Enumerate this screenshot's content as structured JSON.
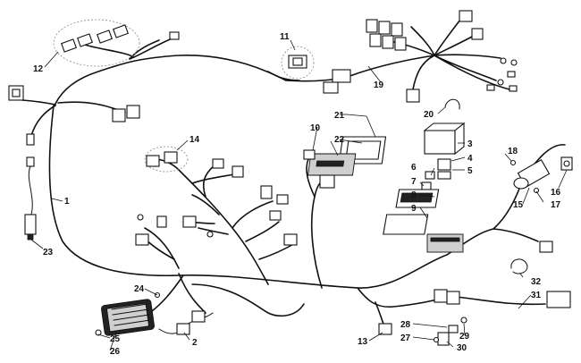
{
  "diagram": {
    "callouts": [
      {
        "id": "c1",
        "text": "1"
      },
      {
        "id": "c2",
        "text": "2"
      },
      {
        "id": "c3",
        "text": "3"
      },
      {
        "id": "c4",
        "text": "4"
      },
      {
        "id": "c5",
        "text": "5"
      },
      {
        "id": "c6",
        "text": "6"
      },
      {
        "id": "c7",
        "text": "7"
      },
      {
        "id": "c8",
        "text": "8"
      },
      {
        "id": "c9",
        "text": "9"
      },
      {
        "id": "c10",
        "text": "10"
      },
      {
        "id": "c11",
        "text": "11"
      },
      {
        "id": "c12",
        "text": "12"
      },
      {
        "id": "c13",
        "text": "13"
      },
      {
        "id": "c14",
        "text": "14"
      },
      {
        "id": "c15",
        "text": "15"
      },
      {
        "id": "c16",
        "text": "16"
      },
      {
        "id": "c17",
        "text": "17"
      },
      {
        "id": "c18",
        "text": "18"
      },
      {
        "id": "c19",
        "text": "19"
      },
      {
        "id": "c20",
        "text": "20"
      },
      {
        "id": "c21",
        "text": "21"
      },
      {
        "id": "c22",
        "text": "22"
      },
      {
        "id": "c23",
        "text": "23"
      },
      {
        "id": "c24",
        "text": "24"
      },
      {
        "id": "c25",
        "text": "25"
      },
      {
        "id": "c26",
        "text": "26"
      },
      {
        "id": "c27",
        "text": "27"
      },
      {
        "id": "c28",
        "text": "28"
      },
      {
        "id": "c29",
        "text": "29"
      },
      {
        "id": "c30",
        "text": "30"
      },
      {
        "id": "c31",
        "text": "31"
      },
      {
        "id": "c32",
        "text": "32"
      }
    ]
  }
}
